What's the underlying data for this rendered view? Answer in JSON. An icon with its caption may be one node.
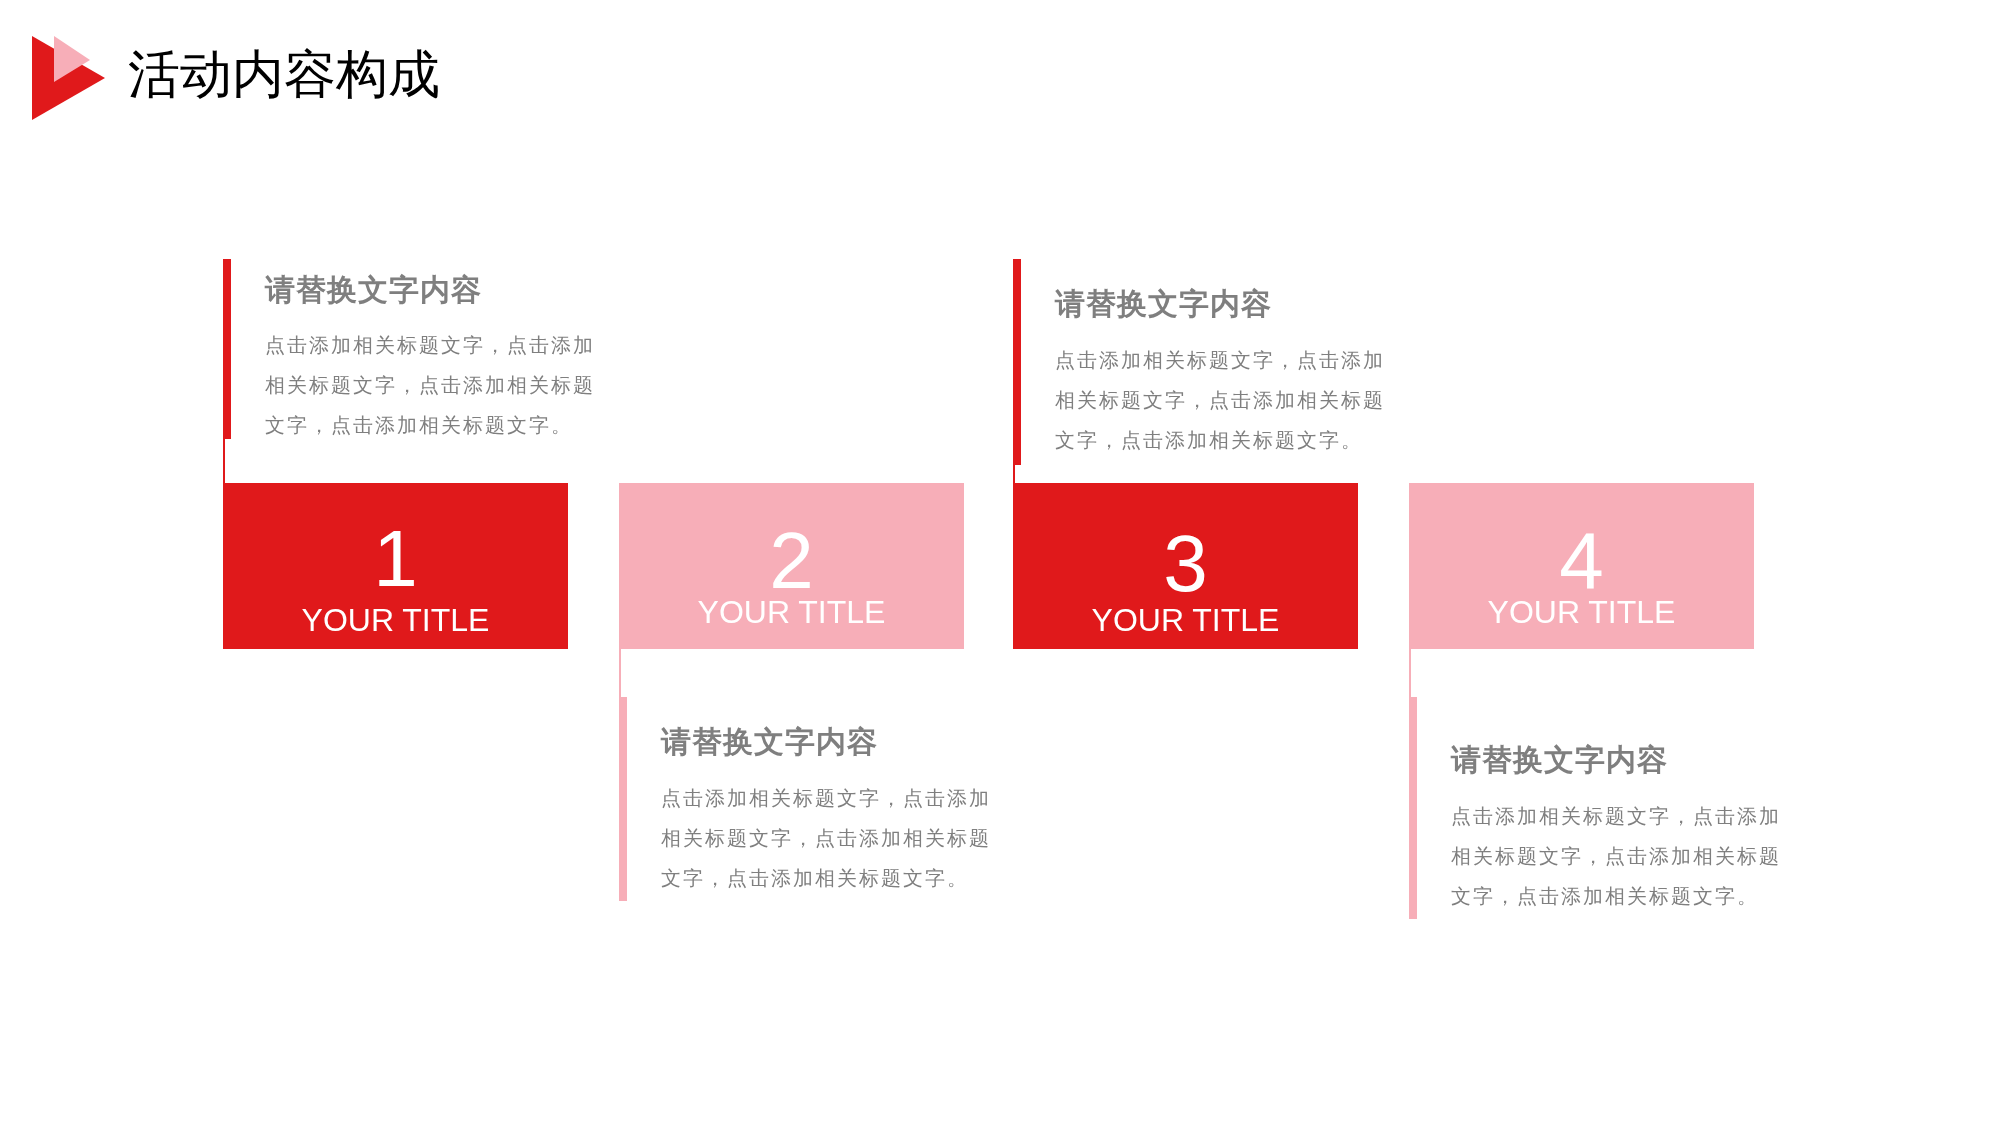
{
  "diagram": {
    "title": "活动内容构成",
    "nodes": [
      {
        "text": [
          "请替换文字内容",
          "点击添加相关标题文字，点击添加相关标题文字，点击添加相关标题文字，点击添加相关标题文字。"
        ]
      },
      {
        "text": [
          "请替换文字内容",
          "点击添加相关标题文字，点击添加相关标题文字，点击添加相关标题文字，点击添加相关标题文字。"
        ]
      },
      {
        "text": [
          "1",
          "YOUR TITLE"
        ]
      },
      {
        "text": [
          "2",
          "YOUR TITLE"
        ]
      },
      {
        "text": [
          "3",
          "YOUR TITLE"
        ]
      },
      {
        "text": [
          "4",
          "YOUR TITLE"
        ]
      },
      {
        "text": [
          "请替换文字内容",
          "点击添加相关标题文字，点击添加相关标题文字，点击添加相关标题文字，点击添加相关标题文字。"
        ]
      },
      {
        "text": [
          "请替换文字内容",
          "点击添加相关标题文字，点击添加相关标题文字，点击添加相关标题文字，点击添加相关标题文字。"
        ]
      }
    ],
    "edges": [
      {
        "from": 2,
        "to": 0,
        "arrow": "none"
      },
      {
        "from": 4,
        "to": 1,
        "arrow": "none"
      },
      {
        "from": 3,
        "to": 6,
        "arrow": "none",
        "color": "#f7aeb8"
      },
      {
        "from": 5,
        "to": 7,
        "arrow": "none",
        "color": "#f7aeb8"
      }
    ]
  }
}
